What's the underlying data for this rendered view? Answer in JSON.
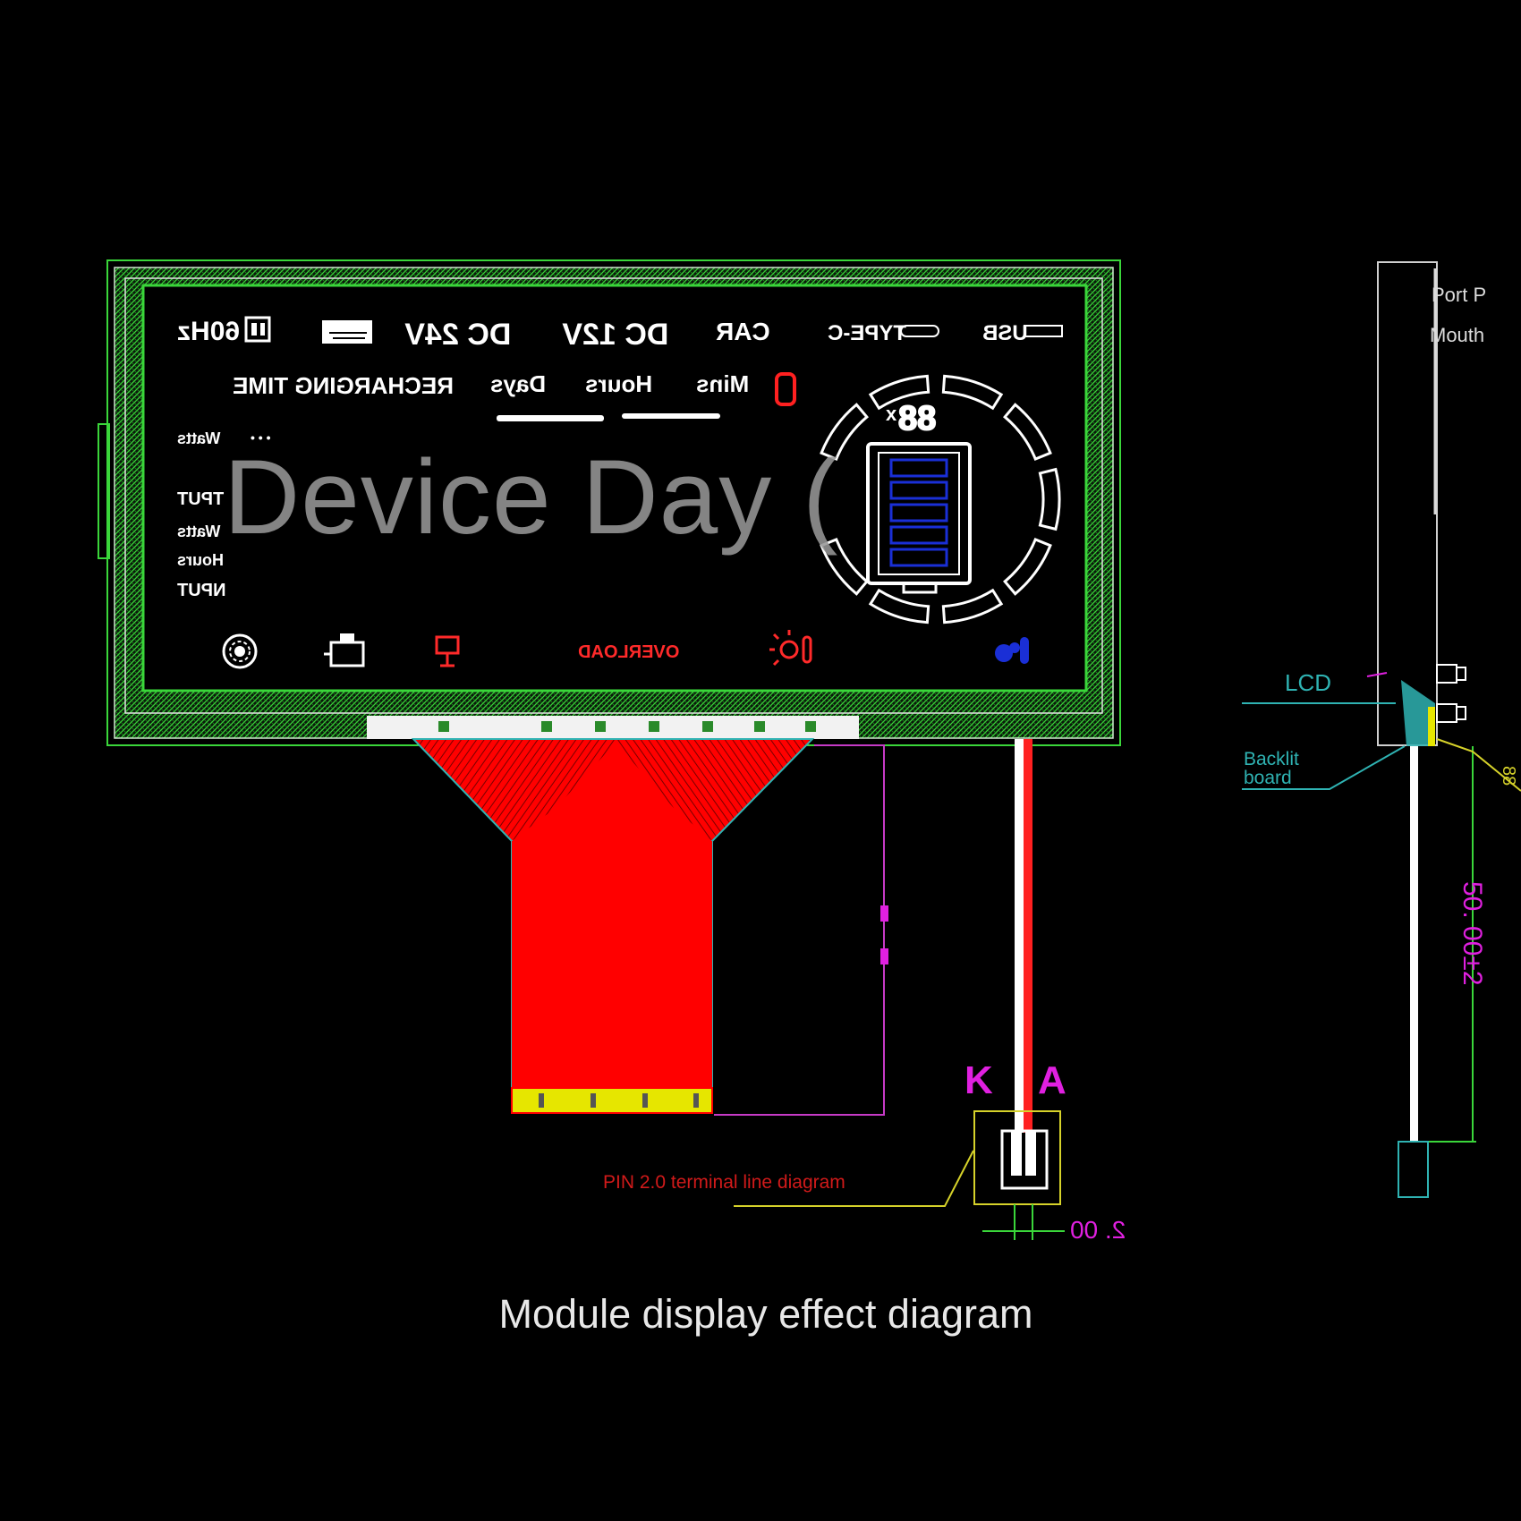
{
  "lcd": {
    "top_row": {
      "hz": "60Hz",
      "dc24": "DC 24V",
      "dc12": "DC 12V",
      "car": "CAR",
      "typec": "TYPE-C",
      "usb": "USB"
    },
    "recharging_row": {
      "recharging_time": "RECHARGING TIME",
      "days": "Days",
      "hours": "Hours",
      "mins": "Mins"
    },
    "left_column": {
      "watts_top": "Watts",
      "tput": "TPUT",
      "watts": "Watts",
      "hours": "Hours",
      "nput": "NPUT"
    },
    "gauge_digits": "88",
    "gauge_unit": "x",
    "bottom_row": {
      "overload": "OVERLOAD"
    },
    "battery_bars": 5
  },
  "side_view": {
    "port_label_1": "Port P",
    "port_label_2": "Mouth",
    "lcd_label": "LCD",
    "backlit_line_1": "Backlit",
    "backlit_line_2": "board",
    "dimension": "50. 00±2"
  },
  "connector": {
    "k_label": "K",
    "a_label": "A",
    "pin_label": "PIN 2.0 terminal line diagram",
    "pitch": "2. 00"
  },
  "watermark": "Device Day (",
  "caption": "Module display effect diagram",
  "colors": {
    "frame_green": "#3ad63a",
    "fpc_red": "#ff0000",
    "magenta": "#e020e0",
    "cyan": "#2fb3b3",
    "yellow": "#e6e600",
    "battery_blue": "#1a2fd6"
  }
}
